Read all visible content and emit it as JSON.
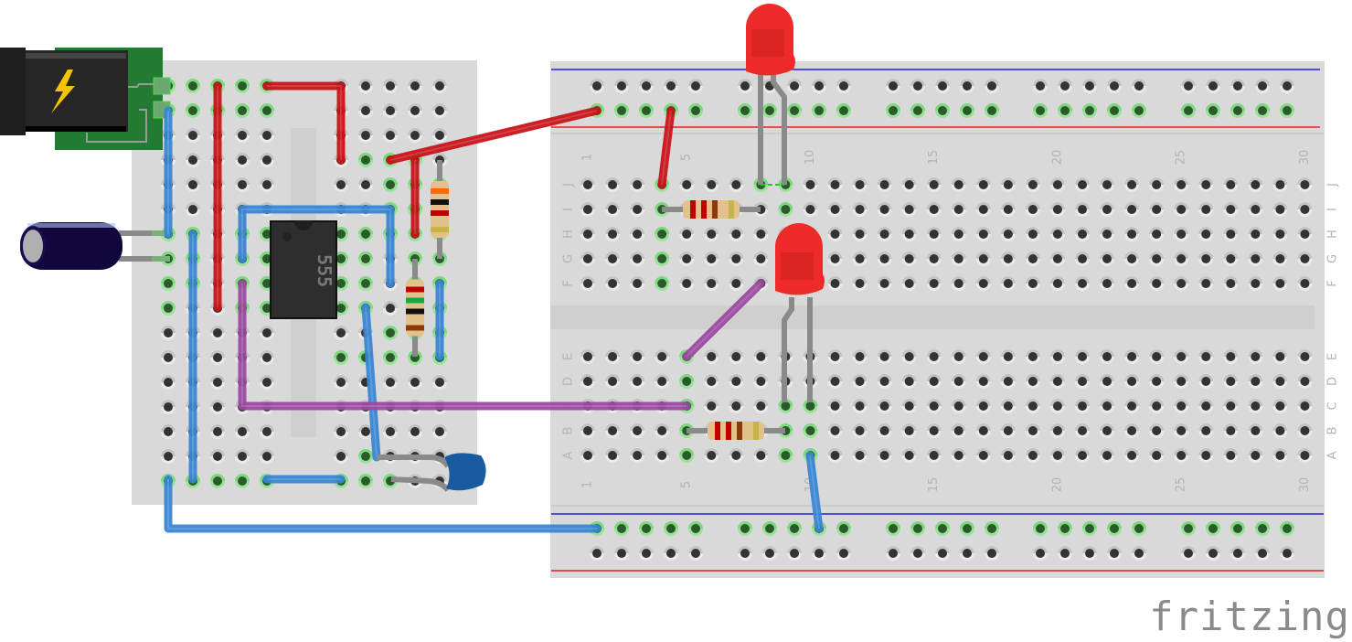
{
  "app": {
    "watermark": "fritzing"
  },
  "small_breadboard": {
    "columns": 12,
    "rows": 17
  },
  "main_breadboard": {
    "columns": 30,
    "row_labels_top": [
      "J",
      "I",
      "H",
      "G",
      "F"
    ],
    "row_labels_bottom": [
      "E",
      "D",
      "C",
      "B",
      "A"
    ],
    "column_numbers": [
      "1",
      "5",
      "10",
      "15",
      "20",
      "25",
      "30"
    ],
    "rail_colors": {
      "positive": "#e82020",
      "negative": "#2020e0"
    }
  },
  "components": {
    "ic": {
      "label": "555",
      "pins": 8
    },
    "power_jack": {
      "icon": "lightning-bolt-icon"
    },
    "electrolytic_capacitor": {
      "color": "#12063c"
    },
    "ceramic_capacitor": {
      "color": "#1a5a9e"
    },
    "led_top": {
      "color": "#e82020"
    },
    "led_bottom": {
      "color": "#e82020"
    },
    "resistors": [
      {
        "id": "r1",
        "bands": [
          "#ff6a00",
          "#111111",
          "#c00000",
          "#c8b44a"
        ]
      },
      {
        "id": "r2",
        "bands": [
          "#c00000",
          "#11aa44",
          "#111111",
          "#8b3a0a"
        ]
      },
      {
        "id": "r3",
        "bands": [
          "#c00000",
          "#c00000",
          "#8b3a0a",
          "#c8b44a"
        ]
      },
      {
        "id": "r4",
        "bands": [
          "#c00000",
          "#c00000",
          "#8b3a0a",
          "#c8b44a"
        ]
      }
    ]
  },
  "wire_colors": {
    "red": "#c8141a",
    "blue": "#3a86d4",
    "purple": "#9c4aa0"
  }
}
